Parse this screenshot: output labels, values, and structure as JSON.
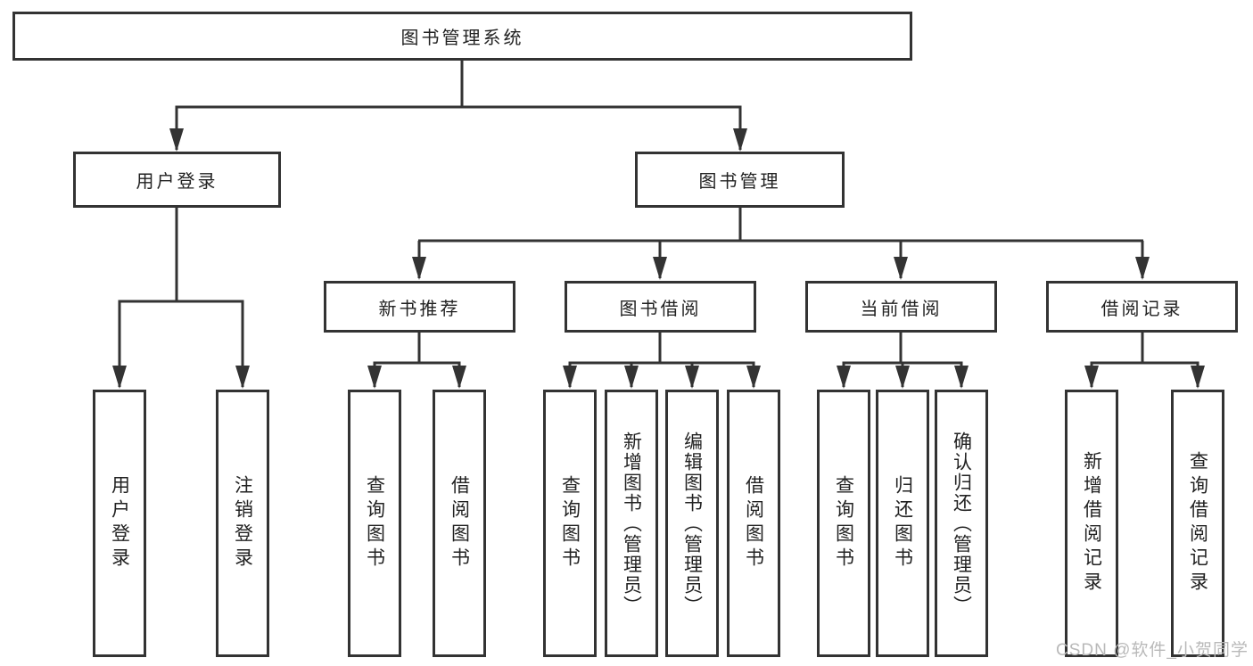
{
  "diagram": {
    "title": "图书管理系统",
    "watermark": "CSDN @软件_小贺同学",
    "colors": {
      "line": "#333333",
      "box_border": "#333333",
      "text": "#222222",
      "watermark": "#b9b9b9",
      "background": "#ffffff"
    },
    "nodes": {
      "root": "图书管理系统",
      "level2": {
        "user_login": "用户登录",
        "book_management": "图书管理"
      },
      "level3": {
        "new_book_recommend": "新书推荐",
        "book_borrow": "图书借阅",
        "current_borrow": "当前借阅",
        "borrow_records": "借阅记录"
      },
      "leaves": {
        "user_login_children": [
          "用户登录",
          "注销登录"
        ],
        "new_book_children": [
          "查询图书",
          "借阅图书"
        ],
        "book_borrow_children": [
          "查询图书",
          "新增图书（管理员）",
          "编辑图书（管理员）",
          "借阅图书"
        ],
        "current_borrow_children": [
          "查询图书",
          "归还图书",
          "确认归还（管理员）"
        ],
        "borrow_records_children": [
          "新增借阅记录",
          "查询借阅记录"
        ]
      }
    }
  }
}
